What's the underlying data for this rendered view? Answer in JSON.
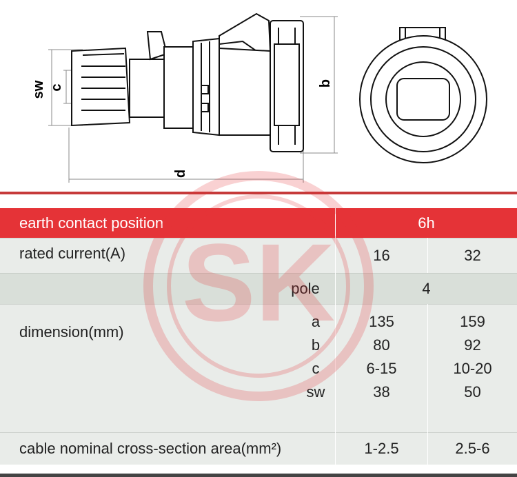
{
  "drawing": {
    "label_sw": "sw",
    "label_c": "c",
    "label_b": "b",
    "label_d": "d"
  },
  "table": {
    "header": {
      "label": "earth contact position",
      "value": "6h"
    },
    "rated_current": {
      "label": "rated current(A)",
      "values": [
        "16",
        "32"
      ]
    },
    "pole": {
      "label": "pole",
      "value": "4"
    },
    "dimension": {
      "label": "dimension(mm)",
      "rows": [
        {
          "name": "a",
          "v16": "135",
          "v32": "159"
        },
        {
          "name": "b",
          "v16": "80",
          "v32": "92"
        },
        {
          "name": "c",
          "v16": "6-15",
          "v32": "10-20"
        },
        {
          "name": "sw",
          "v16": "38",
          "v32": "50"
        }
      ]
    },
    "cable": {
      "label": "cable nominal cross-section area(mm²)",
      "values": [
        "1-2.5",
        "2.5-6"
      ]
    }
  },
  "watermark": {
    "text": "SK"
  },
  "colors": {
    "header_red": "#e53337",
    "border_red": "#c63a3a",
    "row_gray": "#e9ece9"
  }
}
